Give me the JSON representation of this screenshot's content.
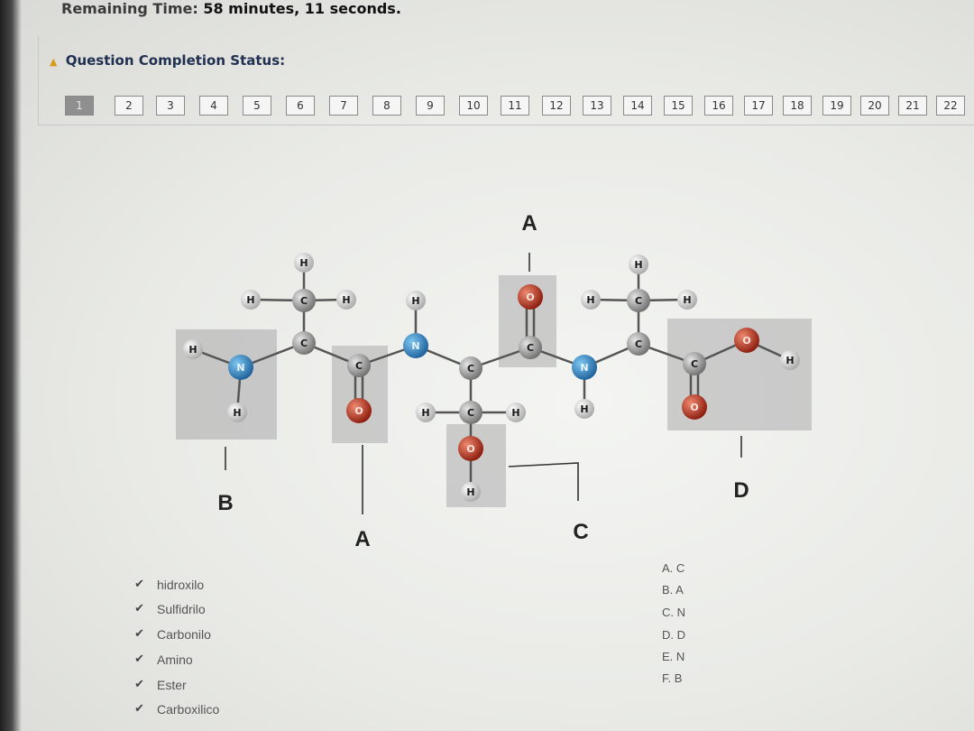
{
  "timer": {
    "label": "Remaining Time:",
    "value": "58 minutes, 11 seconds."
  },
  "status": {
    "title": "Question Completion Status:"
  },
  "question_nav": [
    "1",
    "2",
    "3",
    "4",
    "5",
    "6",
    "7",
    "8",
    "9",
    "10",
    "11",
    "12",
    "13",
    "14",
    "15",
    "16",
    "17",
    "18",
    "19",
    "20",
    "21",
    "22"
  ],
  "figure": {
    "callouts": {
      "top_a": "A",
      "b": "B",
      "bottom_a": "A",
      "c": "C",
      "d": "D"
    },
    "atoms": {
      "h": "H",
      "c": "C",
      "n": "N",
      "o": "O"
    }
  },
  "dropdowns": [
    {
      "selected": "",
      "label": "hidroxilo"
    },
    {
      "selected": "",
      "label": "Sulfidrilo"
    },
    {
      "selected": "",
      "label": "Carbonilo"
    },
    {
      "selected": "",
      "label": "Amino"
    },
    {
      "selected": "",
      "label": "Ester"
    },
    {
      "selected": "",
      "label": "Carboxilico"
    }
  ],
  "options": [
    "A. C",
    "B. A",
    "C. N",
    "D. D",
    "E. N",
    "F. B"
  ],
  "colors": {
    "carbon": "#9a9a9a",
    "nitrogen": "#2a86c7",
    "oxygen": "#c8321e",
    "hydrogen": "#d4d4d4",
    "highlight": "#bdbdbd"
  }
}
